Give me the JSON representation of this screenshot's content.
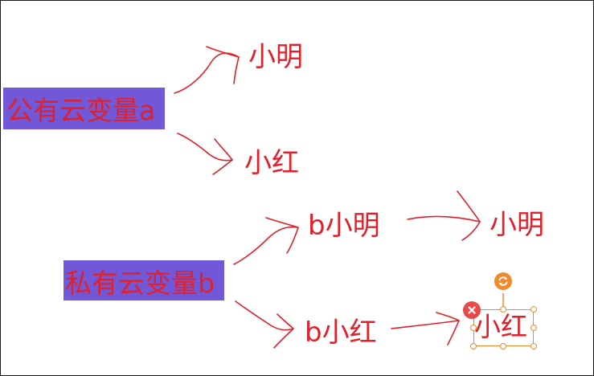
{
  "nodes": {
    "public_var_a": "公有云变量a",
    "xiaoming": "小明",
    "xiaohong": "小红",
    "private_var_b": "私有云变量b",
    "b_xiaoming": "b小明",
    "xiaoming_2": "小明",
    "b_xiaohong": "b小红",
    "xiaohong_selected": "小红"
  },
  "colors": {
    "text": "#e0202a",
    "highlight": "#7158d8",
    "arrow": "#e0202a",
    "selection": "#f08a2c",
    "delete_button": "#e84a4a",
    "rotate_button": "#f08a2c"
  },
  "icons": {
    "delete": "close-icon",
    "rotate": "rotate-icon"
  }
}
